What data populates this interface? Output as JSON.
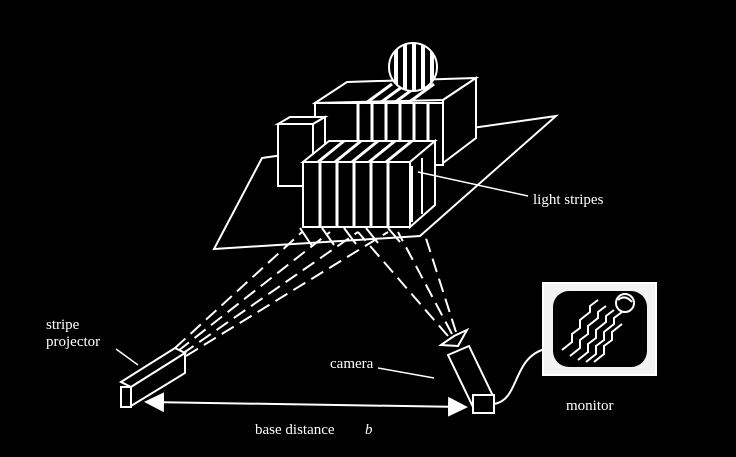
{
  "diagram": {
    "colors": {
      "background": "#000000",
      "line": "#ffffff"
    },
    "labels": {
      "light_stripes": "light stripes",
      "stripe_projector_line1": "stripe",
      "stripe_projector_line2": "projector",
      "camera": "camera",
      "monitor": "monitor",
      "base_distance": "base distance",
      "base_distance_symbol": "b"
    }
  }
}
